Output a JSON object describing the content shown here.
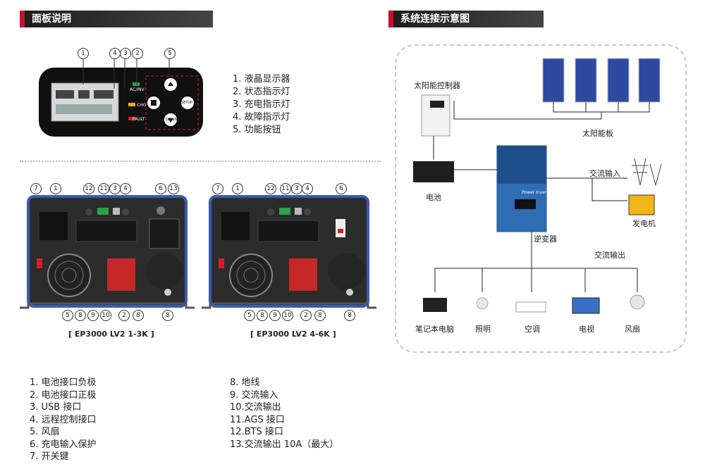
{
  "sections": {
    "panel_title": "面板说明",
    "system_title": "系统连接示意图"
  },
  "panel_legend": [
    "1.  液晶显示器",
    "2.  状态指示灯",
    "3.  充电指示灯",
    "4.  故障指示灯",
    "5.  功能按钮"
  ],
  "panel_indicators": {
    "ac_inv": "AC/INV",
    "chg": "CHG",
    "fault": "FAULT"
  },
  "panel_buttons": [
    "",
    "",
    "SETUP",
    "DOWN"
  ],
  "models": {
    "left": "[ EP3000 LV2 1-3K ]",
    "right": "[ EP3000 LV2 4-6K ]"
  },
  "rear_legend_left": [
    "1.  电池接口负极",
    "2.  电池接口正极",
    "3.  USB 接口",
    "4.  远程控制接口",
    "5.  风扇",
    "6.  充电输入保护",
    "7.  开关键"
  ],
  "rear_legend_right": [
    "8.  地线",
    "9.  交流输入",
    "10.交流输出",
    "11.AGS 接口",
    "12.BTS 接口",
    "13.交流输出 10A（最大）"
  ],
  "system": {
    "solar_controller": "太阳能控制器",
    "solar_panel": "太阳能板",
    "battery": "电池",
    "ac_input": "交流输入",
    "generator": "发电机",
    "inverter": "逆变器",
    "ac_output": "交流输出",
    "inverter_brand": "Power Inverter",
    "loads": [
      "笔记本电脑",
      "照明",
      "空调",
      "电视",
      "风扇"
    ]
  },
  "colors": {
    "accent": "#c8102e",
    "inverter_blue": "#2f6db5",
    "panel_blue": "#3a5bb0"
  }
}
